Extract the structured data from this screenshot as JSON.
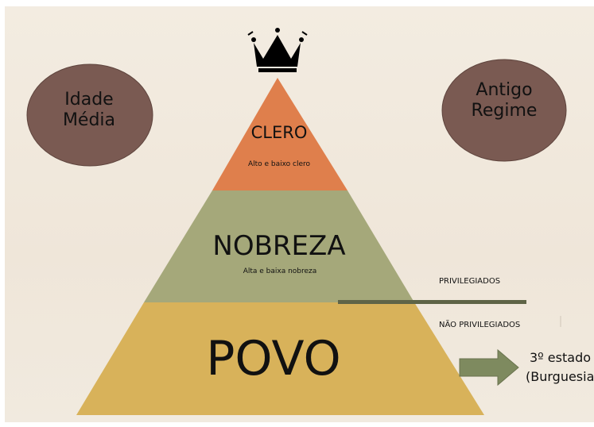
{
  "circles": {
    "left": {
      "line1": "Idade",
      "line2": "Média"
    },
    "right": {
      "line1": "Antigo",
      "line2": "Regime"
    }
  },
  "pyramid": {
    "top": {
      "title": "CLERO",
      "subtitle": "Alto e baixo clero",
      "color": "#df7f4c"
    },
    "middle": {
      "title": "NOBREZA",
      "subtitle": "Alta e baixa nobreza",
      "color": "#a5a87a"
    },
    "bottom": {
      "title": "POVO",
      "color": "#d8b25a"
    }
  },
  "labels": {
    "privileged": "PRIVILEGIADOS",
    "non_privileged": "NÃO PRIVILEGIADOS"
  },
  "third_estate": {
    "line1": "3º estado",
    "line2": "(Burguesia)"
  },
  "colors": {
    "circle_fill": "#7a5a52",
    "divider": "#5f6447",
    "arrow": "#7e8a5f",
    "crown": "#000000"
  },
  "icons": {
    "crown": "crown-icon",
    "arrow": "right-arrow-icon"
  }
}
